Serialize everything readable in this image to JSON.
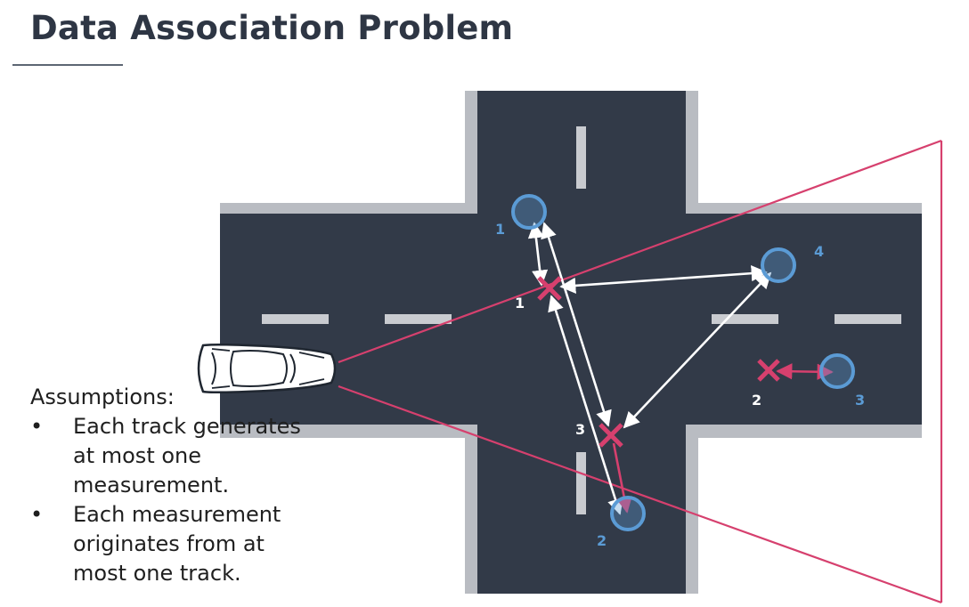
{
  "title": "Data Association Problem",
  "assumptions": {
    "heading": "Assumptions:",
    "bullets": [
      "Each track generates at most one measurement.",
      "Each measurement originates from at most one track."
    ]
  },
  "tracks": [
    {
      "label": "1"
    },
    {
      "label": "2"
    },
    {
      "label": "3"
    },
    {
      "label": "4"
    }
  ],
  "measurements": [
    {
      "label": "1"
    },
    {
      "label": "2"
    },
    {
      "label": "3"
    }
  ],
  "colors": {
    "road": "#323a48",
    "curb": "#b9bcc2",
    "track": "#5b9bd5",
    "measurement": "#d6406e",
    "sensor_fov": "#d6406e",
    "association_arrow": "#ffffff"
  },
  "icons": {
    "vehicle": "car-top-view-icon",
    "track": "circle-icon",
    "measurement": "x-mark-icon"
  }
}
